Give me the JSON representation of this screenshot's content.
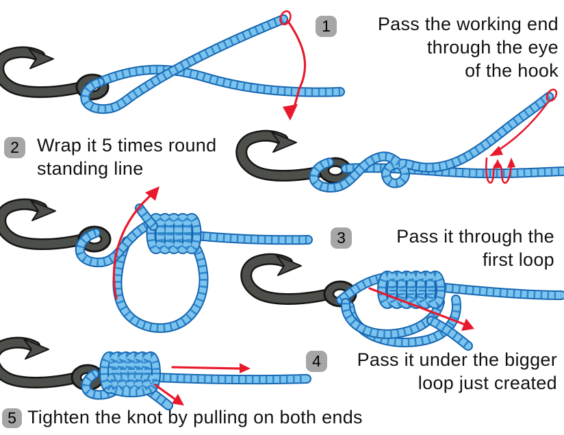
{
  "steps": [
    {
      "number": "1",
      "lines": [
        "Pass the working end",
        "through the eye",
        "of the hook"
      ]
    },
    {
      "number": "2",
      "lines": [
        "Wrap it 5 times round",
        "standing line"
      ]
    },
    {
      "number": "3",
      "lines": [
        "Pass it through the",
        "first loop"
      ]
    },
    {
      "number": "4",
      "lines": [
        "Pass it under the bigger",
        "loop just created"
      ]
    },
    {
      "number": "5",
      "lines": [
        "Tighten the knot by pulling on both ends"
      ]
    }
  ],
  "icons": {
    "hook": "fish-hook-icon",
    "rope": "braided-line",
    "arrow": "red-direction-arrow",
    "wrap_symbol": "wrap-around-motion-icon",
    "tip_ring": "working-end-tip-ring"
  },
  "colors": {
    "rope_light": "#7cc3ee",
    "rope_mid": "#2e86cc",
    "rope_dark": "#1565b0",
    "hook_fill": "#4d4f4a",
    "hook_outline": "#161616",
    "arrow_red": "#e8192c",
    "badge_bg": "#a6a6a6",
    "text_color": "#111111",
    "page_bg": "#ffffff"
  }
}
